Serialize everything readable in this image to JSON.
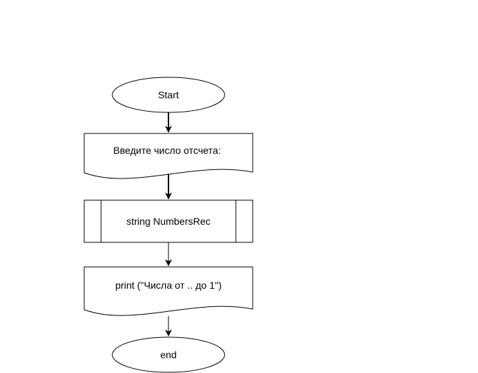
{
  "nodes": {
    "start": {
      "label": "Start",
      "shape": "ellipse"
    },
    "input": {
      "label": "Введите число отсчета:",
      "shape": "document"
    },
    "subroutine": {
      "label": "string NumbersRec",
      "shape": "predefined-process"
    },
    "output": {
      "label": "print (\"Числа от .. до 1\")",
      "shape": "document"
    },
    "end": {
      "label": "end",
      "shape": "ellipse"
    }
  },
  "edges": [
    {
      "from": "start",
      "to": "input"
    },
    {
      "from": "input",
      "to": "subroutine"
    },
    {
      "from": "subroutine",
      "to": "output"
    },
    {
      "from": "output",
      "to": "end"
    }
  ],
  "colors": {
    "stroke": "#000000",
    "fill": "#ffffff"
  }
}
